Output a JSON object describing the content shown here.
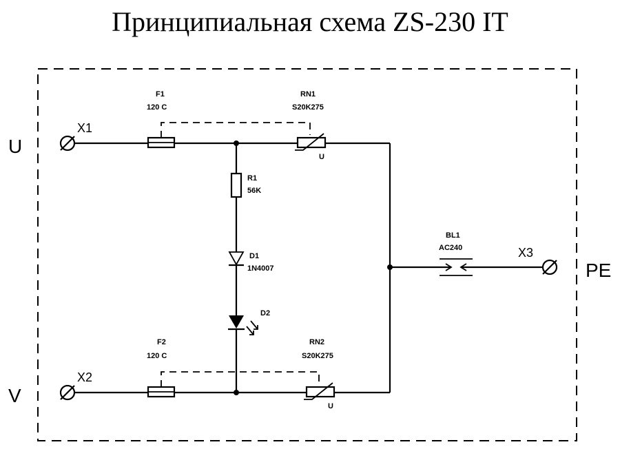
{
  "title": "Принципиальная схема ZS-230 IT",
  "terminals": {
    "x1": "X1",
    "x2": "X2",
    "x3": "X3"
  },
  "phases": {
    "u": "U",
    "v": "V",
    "pe": "PE"
  },
  "components": {
    "f1": {
      "ref": "F1",
      "value": "120 C"
    },
    "f2": {
      "ref": "F2",
      "value": "120 C"
    },
    "rn1": {
      "ref": "RN1",
      "value": "S20K275",
      "symbol": "U"
    },
    "rn2": {
      "ref": "RN2",
      "value": "S20K275",
      "symbol": "U"
    },
    "r1": {
      "ref": "R1",
      "value": "56K"
    },
    "d1": {
      "ref": "D1",
      "value": "1N4007"
    },
    "d2": {
      "ref": "D2"
    },
    "bl1": {
      "ref": "BL1",
      "value": "AC240"
    }
  }
}
